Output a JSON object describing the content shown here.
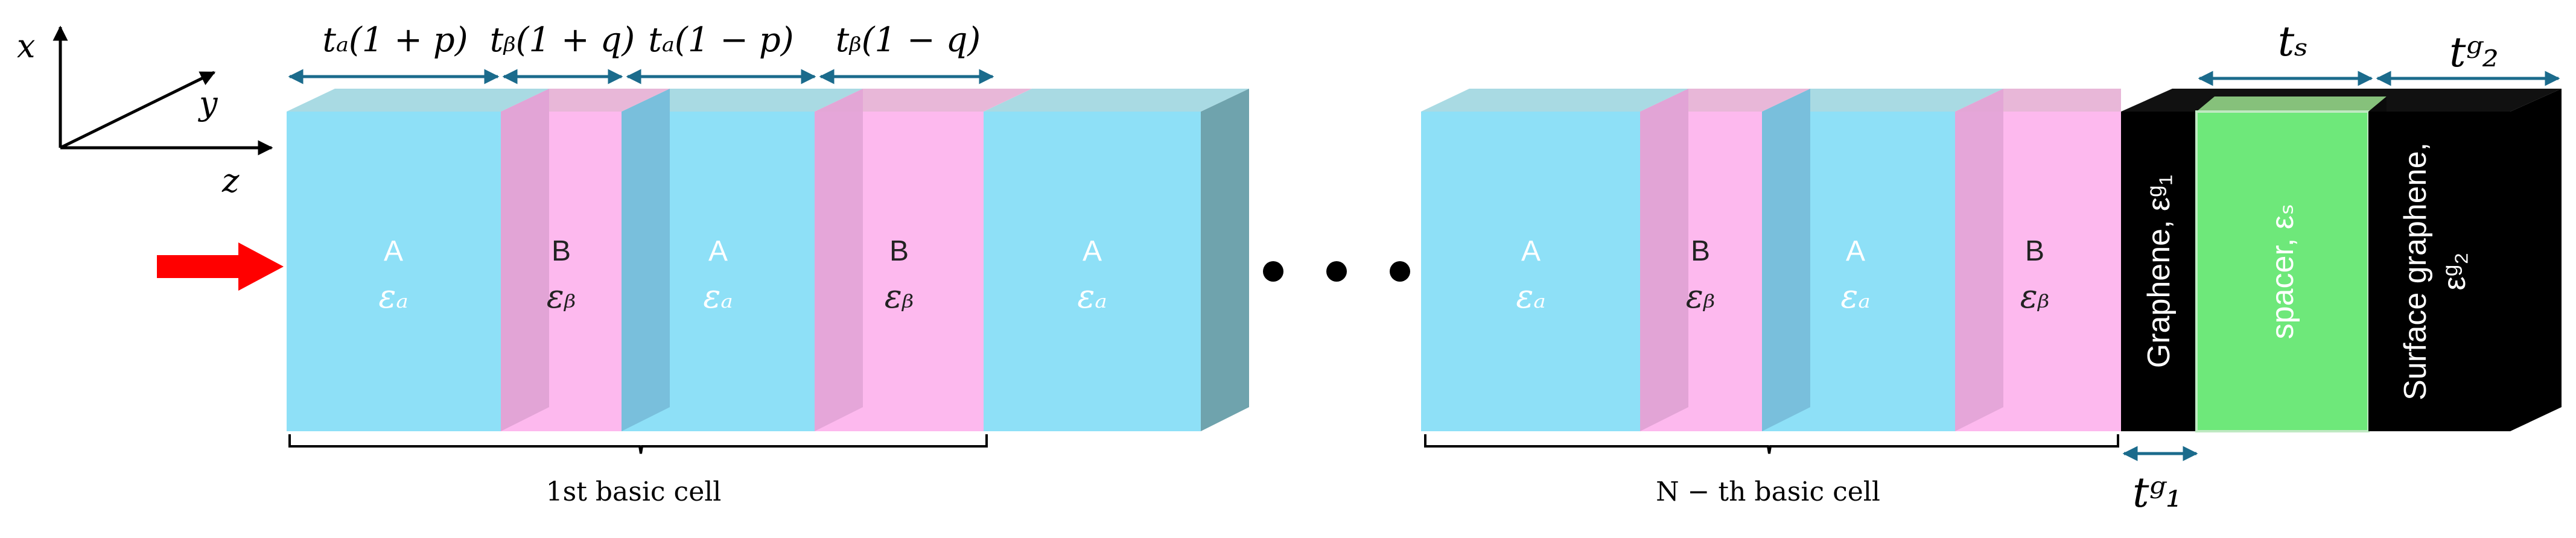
{
  "axes": {
    "x": "x",
    "y": "y",
    "z": "z"
  },
  "dimensions": {
    "ta_plus": "tₐ(1 + p)",
    "tb_plus": "tᵦ(1 + q)",
    "ta_minus": "tₐ(1 − p)",
    "tb_minus": "tᵦ(1 − q)",
    "ts": "tₛ",
    "tg2": "tᵍ₂",
    "tg1": "tᵍ₁"
  },
  "layers": {
    "a_letter": "A",
    "a_eps": "εₐ",
    "b_letter": "B",
    "b_eps": "εᵦ"
  },
  "end_layers": {
    "graphene": "Graphene, εᵍ₁",
    "spacer": "spacer, εₛ",
    "surface_graphene_line1": "Surface graphene,",
    "surface_graphene_line2": "εᵍ₂"
  },
  "cells": {
    "first": "1st basic cell",
    "nth": "N − th basic cell"
  },
  "colors": {
    "layer_a": "#8ee0f7",
    "layer_b": "#fdb9ee",
    "graphene": "#000000",
    "spacer": "#6ee87a",
    "dimension_arrow": "#1b6b8c",
    "incident_arrow": "#ff0000"
  }
}
